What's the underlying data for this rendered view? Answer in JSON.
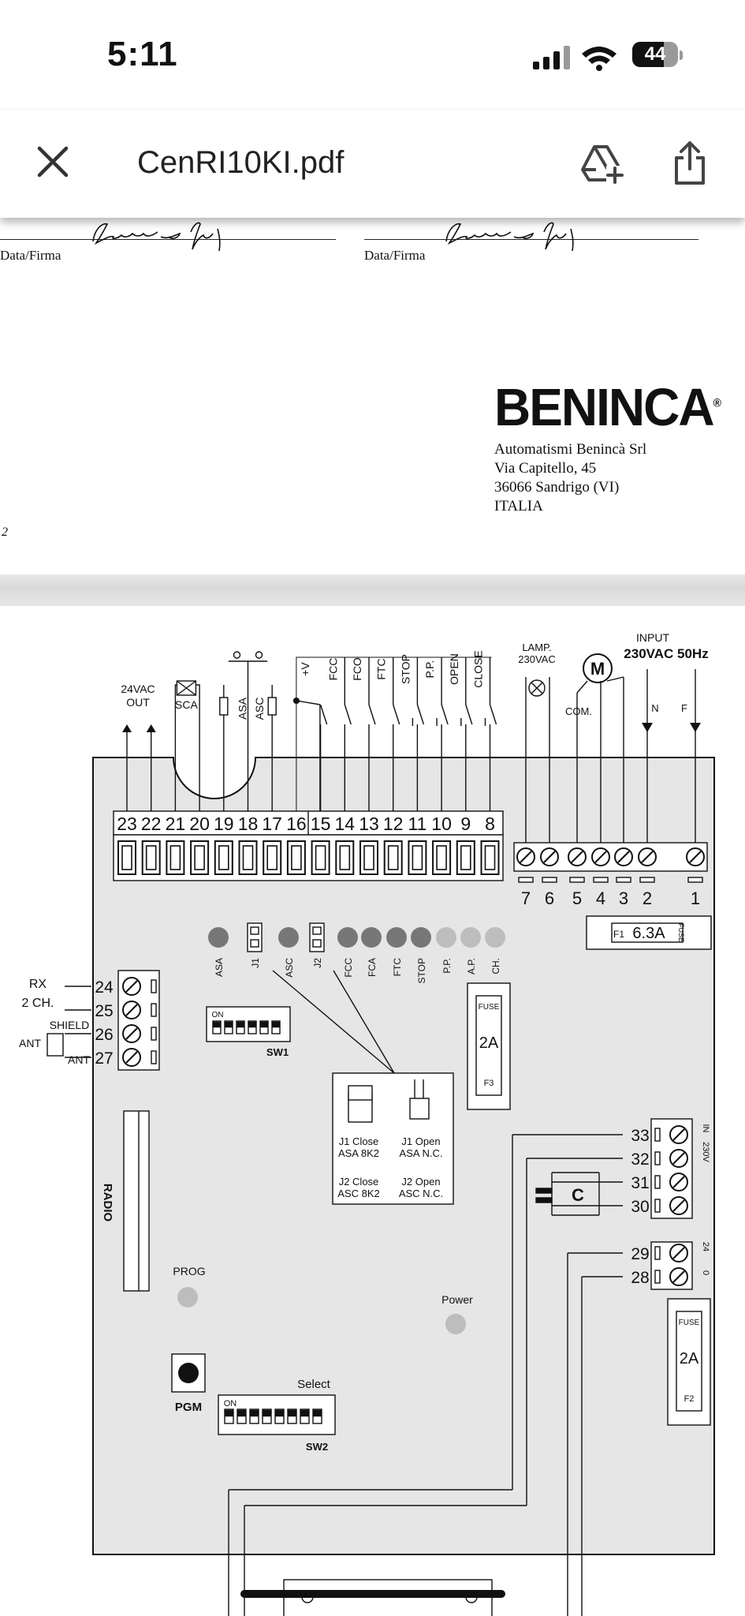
{
  "status_bar": {
    "time": "5:11",
    "battery": "44"
  },
  "toolbar": {
    "title": "CenRI10KI.pdf"
  },
  "document": {
    "page1": {
      "signature_label_left": "Data/Firma",
      "signature_label_right": "Data/Firma",
      "logo_text": "BENINCA",
      "logo_mark": "®",
      "address": [
        "Automatismi Benincà Srl",
        "Via Capitello, 45",
        "36066 Sandrigo (VI)",
        "ITALIA"
      ],
      "page_number": "2"
    },
    "diagram": {
      "input_label": "INPUT",
      "input_spec": "230VAC 50Hz",
      "lamp_label": "LAMP.",
      "lamp_voltage": "230VAC",
      "motor_symbol": "M",
      "com_label": "COM.",
      "n_label": "N",
      "f_label": "F",
      "out_label_1": "24VAC",
      "out_label_2": "OUT",
      "sca_label": "SCA",
      "top_terminal_labels": [
        "ASA",
        "ASC",
        "+V",
        "FCC",
        "FCO",
        "FTC",
        "STOP",
        "P.P.",
        "OPEN",
        "CLOSE"
      ],
      "left_terminals": [
        "23",
        "22",
        "21",
        "20",
        "19",
        "18",
        "17",
        "16",
        "15",
        "14",
        "13",
        "12",
        "11",
        "10",
        "9",
        "8"
      ],
      "right_terminals": [
        "7",
        "6",
        "5",
        "4",
        "3",
        "2",
        "1"
      ],
      "led_labels": [
        "ASA",
        "J1",
        "ASC",
        "J2",
        "FCC",
        "FCA",
        "FTC",
        "STOP",
        "P.P.",
        "A.P.",
        "CH."
      ],
      "fuse_main": {
        "id": "F1",
        "value": "6.3A",
        "label": "FUSE"
      },
      "fuse_f3": {
        "label": "FUSE",
        "value": "2A",
        "id": "F3"
      },
      "fuse_f2": {
        "label": "FUSE",
        "value": "2A",
        "id": "F2"
      },
      "radio_terms": [
        "24",
        "25",
        "26",
        "27"
      ],
      "rx_label": "RX",
      "ch_label": "2 CH.",
      "shield_label": "SHIELD",
      "ant_label": "ANT",
      "ant_label2": "ANT",
      "sw1_on": "ON",
      "sw1_label": "SW1",
      "jumper_text": [
        "J1 Close",
        "ASA 8K2",
        "J1 Open",
        "ASA N.C.",
        "J2 Close",
        "ASC 8K2",
        "J2 Open",
        "ASC N.C."
      ],
      "radio_label": "RADIO",
      "prog_label": "PROG",
      "power_label": "Power",
      "pgm_label": "PGM",
      "sw2_on": "ON",
      "sw2_select": "Select",
      "sw2_label": "SW2",
      "cap_terms": [
        "33",
        "32",
        "31",
        "30"
      ],
      "cap_label": "C",
      "in_label": "IN",
      "v230_label": "230V",
      "low_terms": [
        "29",
        "28"
      ],
      "low_24": "24",
      "low_0": "0"
    }
  }
}
